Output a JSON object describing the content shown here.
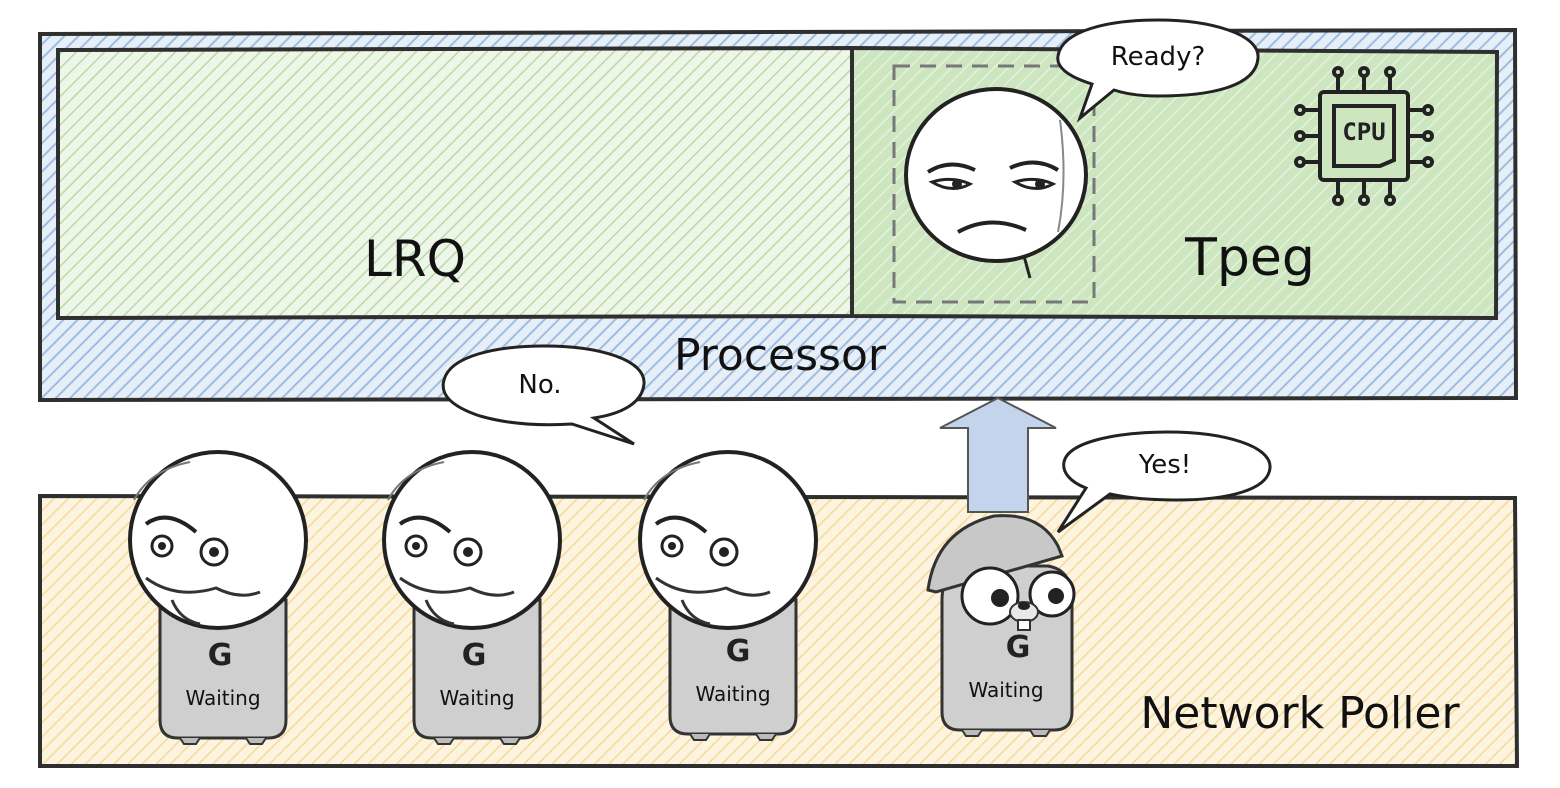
{
  "processor": {
    "label": "Processor",
    "lrq_label": "LRQ",
    "thread_label": "Tpeg",
    "cpu_chip_label": "CPU",
    "bubble_ready": "Ready?"
  },
  "network_poller": {
    "label": "Network Poller",
    "bubble_no": "No.",
    "bubble_yes": "Yes!",
    "goroutines": [
      {
        "badge": "G",
        "status": "Waiting",
        "face": "angry"
      },
      {
        "badge": "G",
        "status": "Waiting",
        "face": "angry"
      },
      {
        "badge": "G",
        "status": "Waiting",
        "face": "angry"
      },
      {
        "badge": "G",
        "status": "Waiting",
        "face": "gopher"
      }
    ]
  },
  "colors": {
    "processor_blue": "#b9d3ee",
    "queue_green": "#b6dca4",
    "poller_yellow": "#f6d998",
    "outline": "#2f2f2f",
    "arrow_fill": "#c3d4ec",
    "gopher_body": "#cfcfcf"
  }
}
